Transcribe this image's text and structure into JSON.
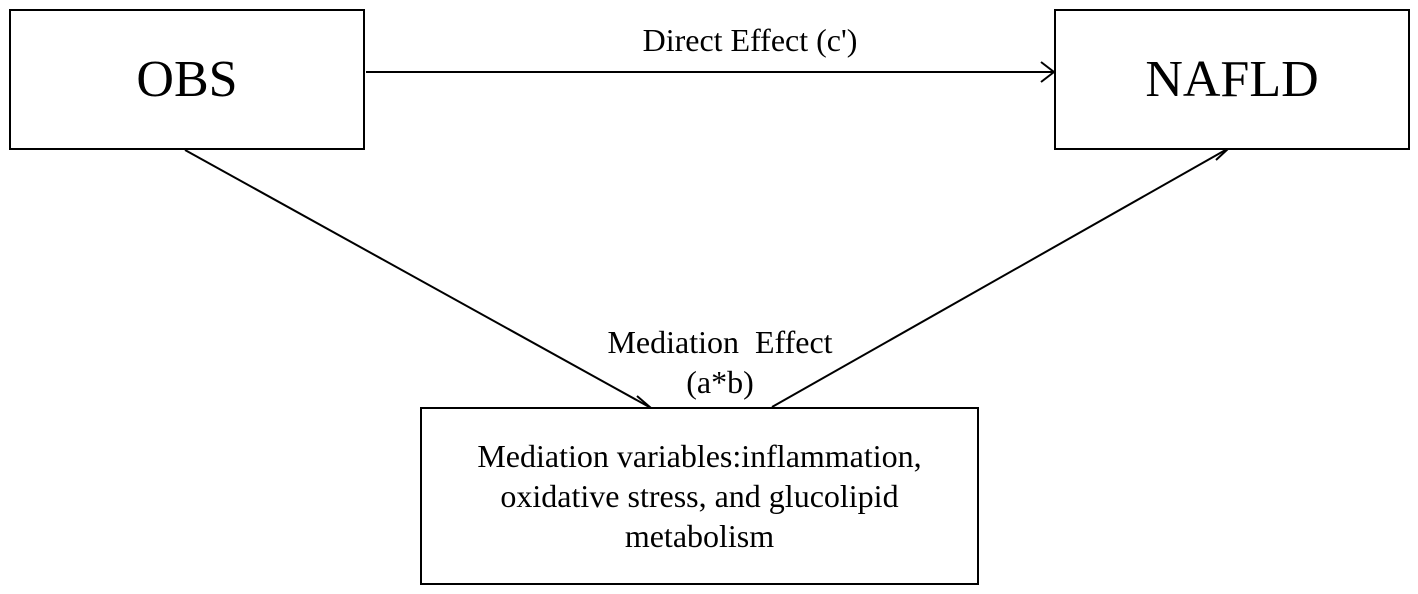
{
  "nodes": {
    "exposure": "OBS",
    "outcome": "NAFLD",
    "mediator": {
      "lines": [
        "Mediation variables:inflammation,",
        "oxidative stress, and glucolipid",
        "metabolism"
      ]
    }
  },
  "edges": {
    "direct": {
      "label": "Direct Effect (c')"
    },
    "mediation": {
      "label_lines": [
        "Mediation  Effect",
        "(a*b)"
      ]
    }
  },
  "colors": {
    "line": "#000000",
    "background": "#ffffff"
  }
}
